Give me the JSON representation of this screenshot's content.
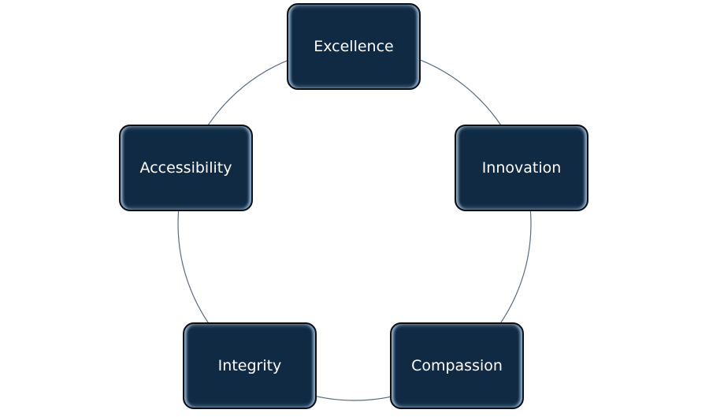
{
  "diagram": {
    "type": "cycle",
    "nodes": [
      {
        "label": "Excellence"
      },
      {
        "label": "Innovation"
      },
      {
        "label": "Compassion"
      },
      {
        "label": "Integrity"
      },
      {
        "label": "Accessibility"
      }
    ],
    "colors": {
      "box": "#102a43",
      "ring": "#5a6b7d",
      "text": "#ffffff"
    }
  }
}
